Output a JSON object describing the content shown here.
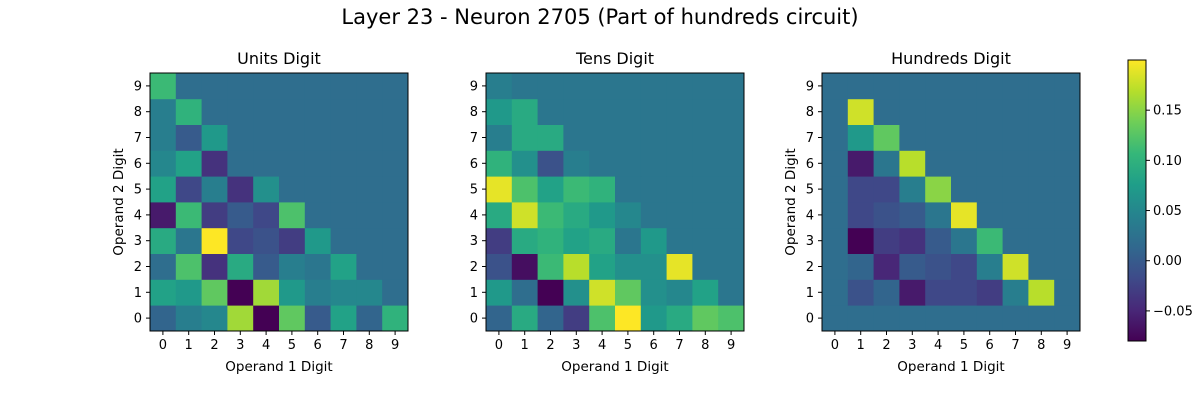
{
  "figure": {
    "title": "Layer 23 - Neuron 2705 (Part of hundreds circuit)"
  },
  "colorbar": {
    "min": -0.08,
    "max": 0.2,
    "ticks": [
      -0.05,
      0.0,
      0.05,
      0.1,
      0.15
    ],
    "tick_labels": [
      "−0.05",
      "0.00",
      "0.05",
      "0.10",
      "0.15"
    ]
  },
  "chart_data": [
    {
      "type": "heatmap",
      "title": "Units Digit",
      "xlabel": "Operand 1 Digit",
      "ylabel": "Operand 2 Digit",
      "x": [
        0,
        1,
        2,
        3,
        4,
        5,
        6,
        7,
        8,
        9
      ],
      "y": [
        0,
        1,
        2,
        3,
        4,
        5,
        6,
        7,
        8,
        9
      ],
      "values": [
        [
          0.01,
          0.04,
          0.05,
          0.16,
          -0.08,
          0.13,
          0.0,
          0.08,
          0.01,
          0.1
        ],
        [
          0.08,
          0.07,
          0.13,
          -0.08,
          0.16,
          0.07,
          0.04,
          0.05,
          0.05,
          0.02
        ],
        [
          0.02,
          0.12,
          -0.04,
          0.09,
          0.0,
          0.04,
          0.03,
          0.08,
          0.02,
          0.02
        ],
        [
          0.09,
          0.03,
          0.2,
          -0.02,
          -0.01,
          -0.03,
          0.07,
          0.02,
          0.02,
          0.02
        ],
        [
          -0.06,
          0.11,
          -0.03,
          0.0,
          -0.02,
          0.12,
          0.02,
          0.02,
          0.02,
          0.02
        ],
        [
          0.08,
          -0.02,
          0.04,
          -0.04,
          0.06,
          0.02,
          0.02,
          0.02,
          0.02,
          0.02
        ],
        [
          0.05,
          0.08,
          -0.04,
          0.02,
          0.02,
          0.02,
          0.02,
          0.02,
          0.02,
          0.02
        ],
        [
          0.04,
          0.0,
          0.07,
          0.02,
          0.02,
          0.02,
          0.02,
          0.02,
          0.02,
          0.02
        ],
        [
          0.04,
          0.1,
          0.02,
          0.02,
          0.02,
          0.02,
          0.02,
          0.02,
          0.02,
          0.02
        ],
        [
          0.11,
          0.02,
          0.02,
          0.02,
          0.02,
          0.02,
          0.02,
          0.02,
          0.02,
          0.02
        ]
      ]
    },
    {
      "type": "heatmap",
      "title": "Tens Digit",
      "xlabel": "Operand 1 Digit",
      "ylabel": "",
      "x": [
        0,
        1,
        2,
        3,
        4,
        5,
        6,
        7,
        8,
        9
      ],
      "y": [
        0,
        1,
        2,
        3,
        4,
        5,
        6,
        7,
        8,
        9
      ],
      "values": [
        [
          0.01,
          0.09,
          0.01,
          -0.03,
          0.12,
          0.2,
          0.07,
          0.09,
          0.13,
          0.12
        ],
        [
          0.07,
          0.02,
          -0.08,
          0.06,
          0.18,
          0.13,
          0.06,
          0.05,
          0.08,
          0.03
        ],
        [
          -0.01,
          -0.07,
          0.11,
          0.17,
          0.08,
          0.06,
          0.06,
          0.19,
          0.03,
          0.03
        ],
        [
          -0.03,
          0.09,
          0.1,
          0.08,
          0.09,
          0.03,
          0.07,
          0.03,
          0.03,
          0.03
        ],
        [
          0.09,
          0.18,
          0.11,
          0.09,
          0.07,
          0.05,
          0.03,
          0.03,
          0.03,
          0.03
        ],
        [
          0.19,
          0.12,
          0.08,
          0.11,
          0.1,
          0.03,
          0.03,
          0.03,
          0.03,
          0.03
        ],
        [
          0.1,
          0.06,
          -0.01,
          0.04,
          0.03,
          0.03,
          0.03,
          0.03,
          0.03,
          0.03
        ],
        [
          0.04,
          0.09,
          0.09,
          0.03,
          0.03,
          0.03,
          0.03,
          0.03,
          0.03,
          0.03
        ],
        [
          0.07,
          0.09,
          0.03,
          0.03,
          0.03,
          0.03,
          0.03,
          0.03,
          0.03,
          0.03
        ],
        [
          0.04,
          0.03,
          0.03,
          0.03,
          0.03,
          0.03,
          0.03,
          0.03,
          0.03,
          0.03
        ]
      ]
    },
    {
      "type": "heatmap",
      "title": "Hundreds Digit",
      "xlabel": "Operand 1 Digit",
      "ylabel": "Operand 2 Digit",
      "x": [
        0,
        1,
        2,
        3,
        4,
        5,
        6,
        7,
        8,
        9
      ],
      "y": [
        0,
        1,
        2,
        3,
        4,
        5,
        6,
        7,
        8,
        9
      ],
      "values": [
        [
          0.02,
          0.02,
          0.02,
          0.02,
          0.02,
          0.02,
          0.02,
          0.02,
          0.02,
          0.02
        ],
        [
          0.02,
          -0.01,
          0.01,
          -0.06,
          -0.02,
          -0.02,
          -0.03,
          0.04,
          0.17,
          0.02
        ],
        [
          0.02,
          0.01,
          -0.05,
          0.0,
          -0.01,
          -0.02,
          0.04,
          0.18,
          0.02,
          0.02
        ],
        [
          0.02,
          -0.08,
          -0.03,
          -0.04,
          0.0,
          0.03,
          0.11,
          0.02,
          0.02,
          0.02
        ],
        [
          0.02,
          -0.02,
          -0.01,
          0.0,
          0.03,
          0.19,
          0.02,
          0.02,
          0.02,
          0.02
        ],
        [
          0.02,
          -0.02,
          -0.02,
          0.04,
          0.15,
          0.02,
          0.02,
          0.02,
          0.02,
          0.02
        ],
        [
          0.02,
          -0.06,
          0.03,
          0.17,
          0.02,
          0.02,
          0.02,
          0.02,
          0.02,
          0.02
        ],
        [
          0.02,
          0.07,
          0.13,
          0.02,
          0.02,
          0.02,
          0.02,
          0.02,
          0.02,
          0.02
        ],
        [
          0.02,
          0.18,
          0.02,
          0.02,
          0.02,
          0.02,
          0.02,
          0.02,
          0.02,
          0.02
        ],
        [
          0.02,
          0.02,
          0.02,
          0.02,
          0.02,
          0.02,
          0.02,
          0.02,
          0.02,
          0.02
        ]
      ]
    }
  ]
}
